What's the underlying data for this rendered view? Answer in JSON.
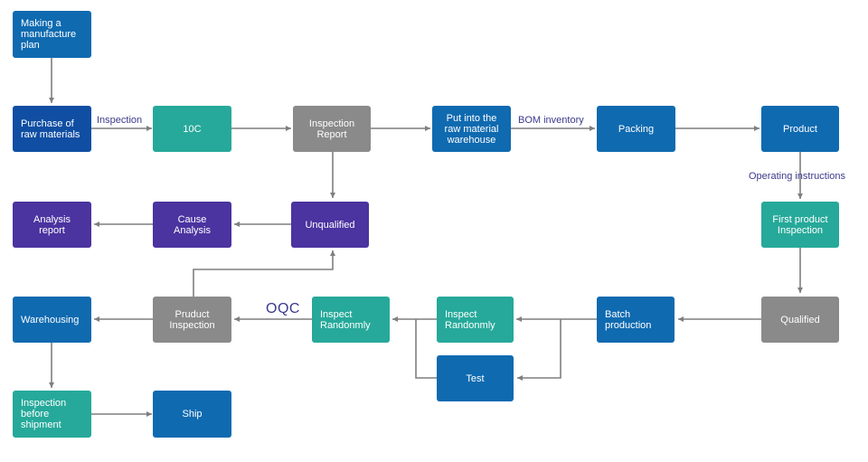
{
  "colors": {
    "dark_blue": "#0f4ea3",
    "blue": "#0f6ab0",
    "teal": "#26a99a",
    "gray": "#8a8a8a",
    "purple": "#4b33a0",
    "edge": "#7f7f7f",
    "label": "#3a3a8c"
  },
  "nodes": {
    "make_plan": "Making a\nmanufacture\nplan",
    "purchase": "Purchase of\nraw materials",
    "ioc": "10C",
    "inspection_report": "Inspection\nReport",
    "warehouse": "Put into the\nraw material\nwarehouse",
    "packing": "Packing",
    "product": "Product",
    "analysis_report": "Analysis\nreport",
    "cause_analysis": "Cause\nAnalysis",
    "unqualified": "Unqualified",
    "first_product_inspection": "First product\nInspection",
    "warehousing": "Warehousing",
    "product_inspection": "Pruduct\nInspection",
    "inspect_randomly_1": "Inspect\nRandonmly",
    "inspect_randomly_2": "Inspect\nRandonmly",
    "batch_production": "Batch\nproduction",
    "qualified": "Qualified",
    "test": "Test",
    "inspection_before_shipment": "Inspection\nbefore\nshipment",
    "ship": "Ship"
  },
  "edge_labels": {
    "inspection": "Inspection",
    "bom_inventory": "BOM inventory",
    "operating_instructions": "Operating instructions",
    "oqc": "OQC"
  }
}
